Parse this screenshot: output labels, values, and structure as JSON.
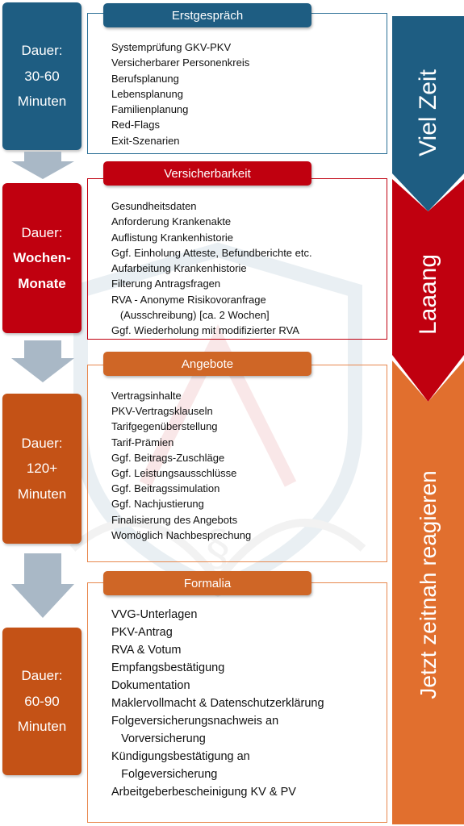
{
  "colors": {
    "blue": "#1e5d82",
    "red": "#c0000f",
    "orange_dark": "#c45216",
    "orange": "#e16f2e",
    "header_orange": "#cf6626",
    "box_blue_border": "#2b6f96",
    "box_red_border": "#c0000f",
    "box_orange_border": "#e8884e",
    "arrow_gray": "#a9b8c6"
  },
  "stages": [
    {
      "duration_lines": [
        "Dauer:",
        "30-60",
        "Minuten"
      ],
      "title": "Erstgespräch",
      "items": [
        "Systemprüfung GKV-PKV",
        "Versicherbarer Personenkreis",
        "Berufsplanung",
        "Lebensplanung",
        "Familienplanung",
        "Red-Flags",
        "Exit-Szenarien"
      ]
    },
    {
      "duration_lines": [
        "Dauer:",
        "Wochen-",
        "Monate"
      ],
      "title": "Versicherbarkeit",
      "items": [
        "Gesundheitsdaten",
        "Anforderung Krankenakte",
        "Auflistung Krankenhistorie",
        "Ggf. Einholung Atteste, Befundberichte etc.",
        "Aufarbeitung Krankenhistorie",
        "Filterung Antragsfragen",
        "RVA - Anonyme Risikovoranfrage",
        "   (Ausschreibung) [ca. 2 Wochen]",
        "Ggf. Wiederholung mit modifizierter RVA"
      ]
    },
    {
      "duration_lines": [
        "Dauer:",
        "120+",
        "Minuten"
      ],
      "title": "Angebote",
      "items": [
        "Vertragsinhalte",
        "PKV-Vertragsklauseln",
        "Tarifgegenüberstellung",
        "Tarif-Prämien",
        "Ggf. Beitrags-Zuschläge",
        "Ggf. Leistungsausschlüsse",
        "Ggf. Beitragssimulation",
        "Ggf. Nachjustierung",
        "Finalisierung des Angebots",
        "",
        "Womöglich Nachbesprechung"
      ]
    },
    {
      "duration_lines": [
        "Dauer:",
        "60-90",
        "Minuten"
      ],
      "title": "Formalia",
      "items": [
        "VVG-Unterlagen",
        "PKV-Antrag",
        "RVA & Votum",
        "Empfangsbestätigung",
        "Dokumentation",
        "Maklervollmacht & Datenschutzerklärung",
        "",
        "Folgeversicherungsnachweis an",
        "   Vorversicherung",
        "Kündigungsbestätigung an",
        "   Folgeversicherung",
        "Arbeitgeberbescheinigung KV & PV"
      ]
    }
  ],
  "timeline": [
    {
      "label": "Viel Zeit"
    },
    {
      "label": "Laaang"
    },
    {
      "label": "Jetzt zeitnah reagieren"
    }
  ]
}
